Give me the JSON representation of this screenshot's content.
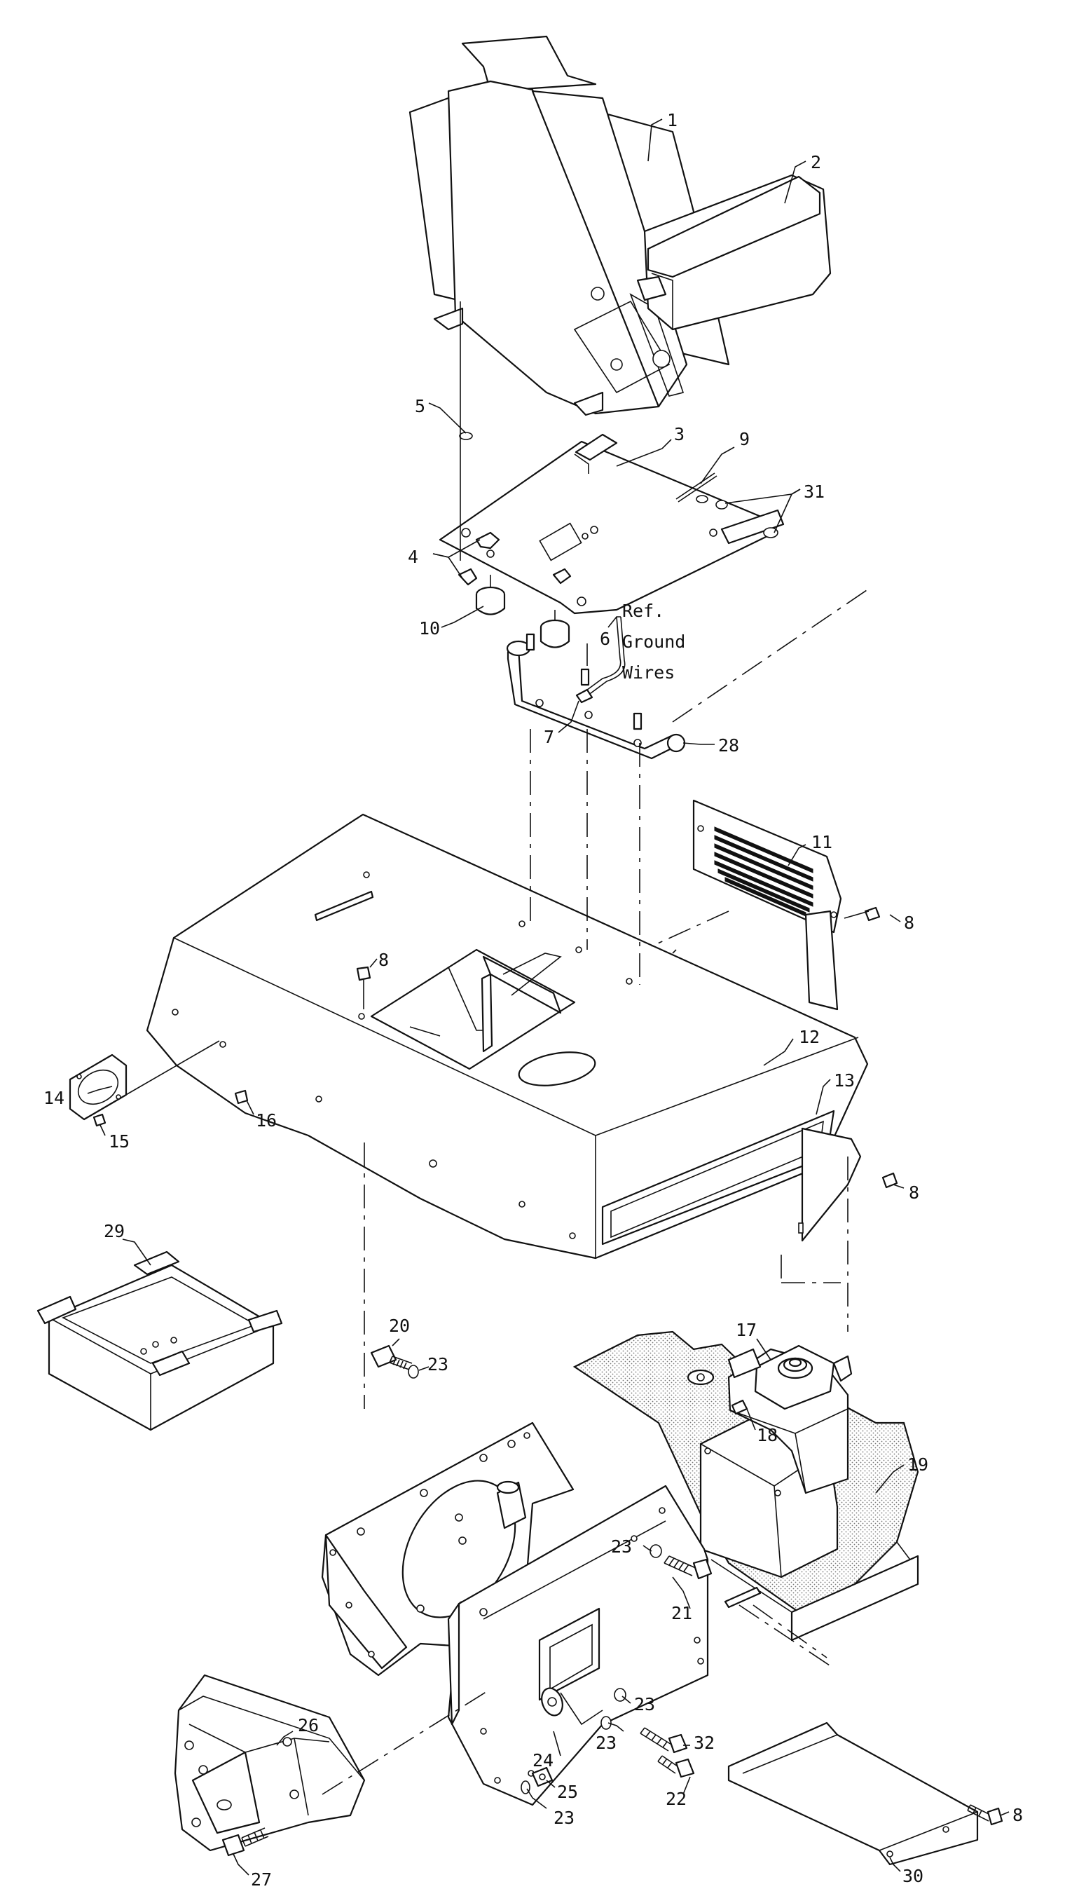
{
  "diagram": {
    "callouts": [
      "1",
      "2",
      "3",
      "4",
      "5",
      "6",
      "7",
      "8",
      "8",
      "8",
      "8",
      "8",
      "9",
      "10",
      "11",
      "12",
      "13",
      "14",
      "15",
      "16",
      "17",
      "18",
      "19",
      "20",
      "21",
      "22",
      "23",
      "23",
      "23",
      "23",
      "23",
      "23",
      "24",
      "25",
      "26",
      "27",
      "28",
      "29",
      "30",
      "31",
      "32"
    ],
    "note_lines": [
      "Ref.",
      "Ground",
      "Wires"
    ]
  }
}
